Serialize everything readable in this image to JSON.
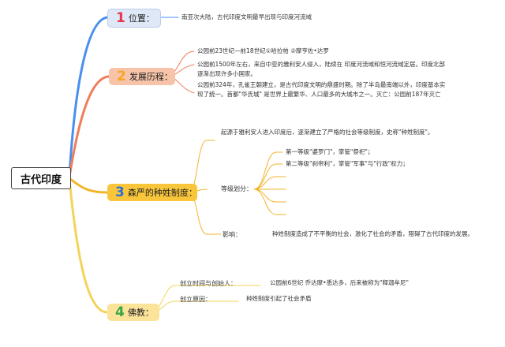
{
  "root": "古代印度",
  "topics": [
    {
      "num": "1",
      "label": "位置：",
      "text": "南亚次大陆，古代印度文明最早出现与印度河流域"
    },
    {
      "num": "2",
      "label": "发展历程：",
      "items": [
        "公园前23世纪—前18世纪①哈拉帕 ②摩亨佐•达罗",
        "公园前1500年左右，来自中亚的雅利安人侵入，陆续在 印度河流域和恒河流域定居。印度北部逐渐出现许多小国家。",
        "公园前324年，孔雀王朝建立，是古代印度文明的鼎盛时期。除了半岛最南端以外，印度基本实现了统一。首都\"华氏城\" 是世界上最繁华、人口最多的大城市之一。灭亡：公园前187年灭亡"
      ]
    },
    {
      "num": "3",
      "label": "森严的种姓制度：",
      "origin": "起源于雅利安人进入印度后，逐渐建立了严格的社会等级制度，史称\"种姓制度\"。",
      "grading_label": "等级划分：",
      "grades": [
        "第一等级\"婆罗门\"，掌管\"祭祀\"；",
        "第二等级\"刹帝利\"，掌管\"军事\"与\"行政\"权力；"
      ],
      "influence_label": "影响：",
      "influence": "种姓制度造成了不平衡的社会，激化了社会的矛盾，阻碍了古代印度的发展。"
    },
    {
      "num": "4",
      "label": "佛教：",
      "founder_label": "创立时间与创始人：",
      "founder": "公园前6世纪 乔达摩•悉达多，后来被称为\"释迦牟尼\"",
      "reason_label": "创立原因：",
      "reason": "种姓制度引起了社会矛盾"
    }
  ],
  "colors": {
    "branch1": "#4a8ef0",
    "branch2": "#ef7d5a",
    "branch3": "#f2b52c",
    "branch4": "#f4d35a"
  }
}
